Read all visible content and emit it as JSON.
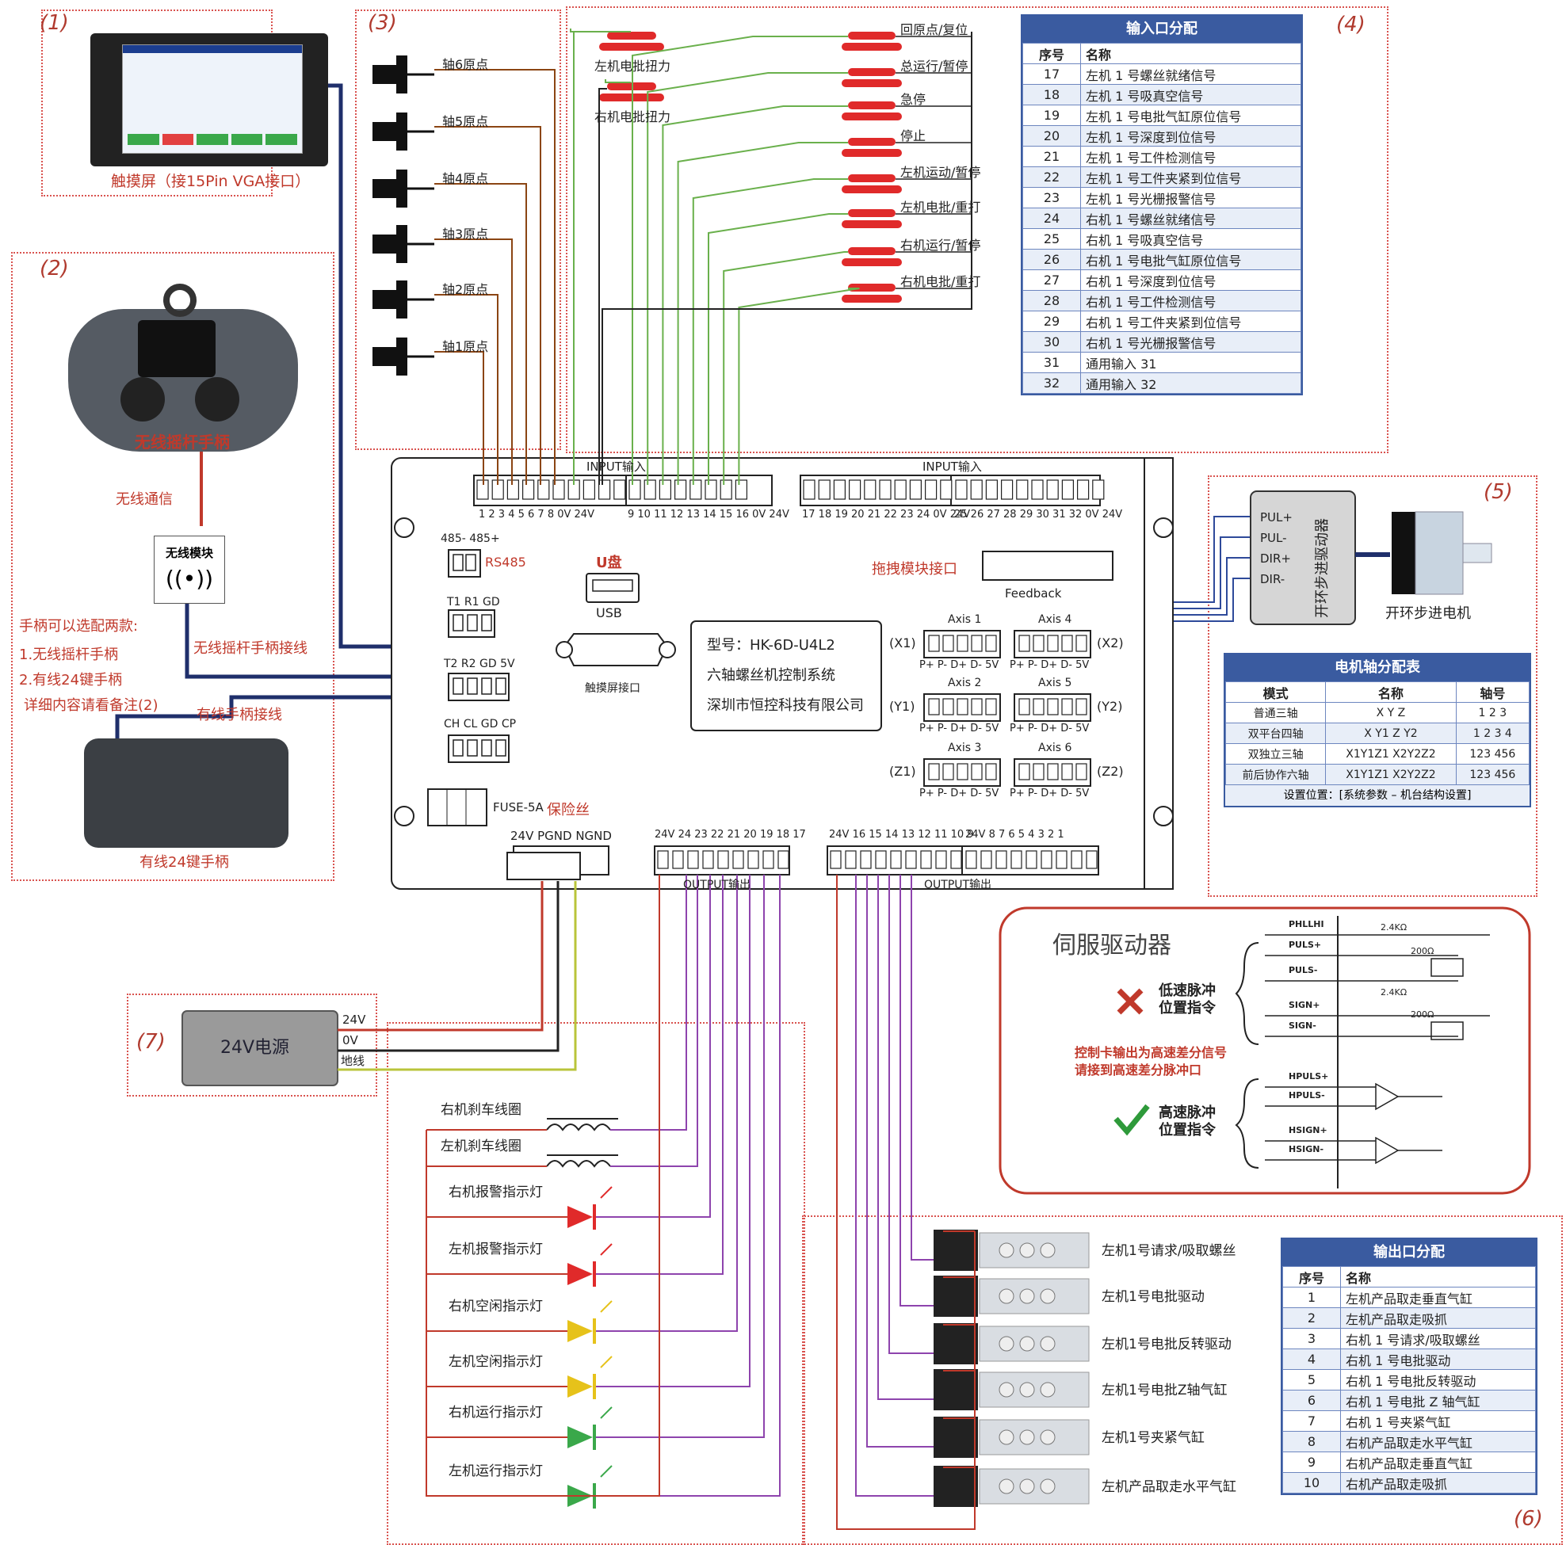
{
  "sections": {
    "s1": "(1)",
    "s2": "(2)",
    "s3": "(3)",
    "s4": "(4)",
    "s5": "(5)",
    "s6": "(6)",
    "s7": "(7)"
  },
  "touch": {
    "caption": "触摸屏（接15Pin VGA接口）"
  },
  "handle": {
    "wireless_label": "无线摇杆手柄",
    "wireless_comm": "无线通信",
    "module": "无线模块",
    "note_title": "手柄可以选配两款:",
    "note_1": "1.无线摇杆手柄",
    "note_2": "2.有线24键手柄",
    "note_3": "详细内容请看备注(2)",
    "wired_label": "有线24键手柄",
    "wire_wireless": "无线摇杆手柄接线",
    "wire_wired": "有线手柄接线"
  },
  "sensors": [
    "轴6原点",
    "轴5原点",
    "轴4原点",
    "轴3原点",
    "轴2原点",
    "轴1原点"
  ],
  "switches_left": [
    "左机电批扭力",
    "右机电批扭力"
  ],
  "switches_right": [
    "回原点/复位",
    "总运行/暂停",
    "急停",
    "停止",
    "左机运动/暂停",
    "左机电批/重打",
    "右机运行/暂停",
    "右机电批/重打"
  ],
  "input_table": {
    "title": "输入口分配",
    "headers": [
      "序号",
      "名称"
    ],
    "rows": [
      [
        "17",
        "左机 1 号螺丝就绪信号"
      ],
      [
        "18",
        "左机 1 号吸真空信号"
      ],
      [
        "19",
        "左机 1 号电批气缸原位信号"
      ],
      [
        "20",
        "左机 1 号深度到位信号"
      ],
      [
        "21",
        "左机 1 号工件检测信号"
      ],
      [
        "22",
        "左机 1 号工件夹紧到位信号"
      ],
      [
        "23",
        "左机 1 号光栅报警信号"
      ],
      [
        "24",
        "右机 1 号螺丝就绪信号"
      ],
      [
        "25",
        "右机 1 号吸真空信号"
      ],
      [
        "26",
        "右机 1 号电批气缸原位信号"
      ],
      [
        "27",
        "右机 1 号深度到位信号"
      ],
      [
        "28",
        "右机 1 号工件检测信号"
      ],
      [
        "29",
        "右机 1 号工件夹紧到位信号"
      ],
      [
        "30",
        "右机 1 号光栅报警信号"
      ],
      [
        "31",
        "通用输入 31"
      ],
      [
        "32",
        "通用输入 32"
      ]
    ]
  },
  "controller": {
    "input_label_1": "INPUT输入",
    "input_label_2": "INPUT输入",
    "input_pins_1": "1  2  3  4  5  6  7  8  0V 24V",
    "input_pins_2": "9  10  11  12  13  14  15  16  0V 24V",
    "input_pins_3": "17 18 19  20 21 22 23 24  0V 24V",
    "input_pins_4": "25  26 27 28 29 30 31 32  0V 24V",
    "rs485_pins": "485- 485+",
    "rs485": "RS485",
    "udisk": "U盘",
    "usb": "USB",
    "drag": "拖拽模块接口",
    "feedback": "Feedback",
    "t1": "T1 R1 GD",
    "t2": "T2 R2 GD 5V",
    "ch": "CH CL GD CP",
    "vga": "触摸屏接口",
    "model": "型号：HK-6D-U4L2",
    "name": "六轴螺丝机控制系统",
    "company": "深圳市恒控科技有限公司",
    "fuse": "FUSE-5A",
    "fuse_cn": "保险丝",
    "power_pins": "24V PGND NGND",
    "out_pins_1": "24V 24 23 22 21 20 19 18 17",
    "out_pins_2": "24V 16 15 14 13 12 11 10  9",
    "out_pins_3": "24V 8  7  6  5  4  3  2  1",
    "output_label_1": "OUTPUT输出",
    "output_label_2": "OUTPUT输出",
    "axes": [
      {
        "name": "Axis 1",
        "tag": "(X1)",
        "pins": "P+ P- D+ D- 5V"
      },
      {
        "name": "Axis 4",
        "tag": "(X2)",
        "pins": "P+ P- D+ D- 5V"
      },
      {
        "name": "Axis 2",
        "tag": "(Y1)",
        "pins": "P+ P- D+ D- 5V"
      },
      {
        "name": "Axis 5",
        "tag": "(Y2)",
        "pins": "P+ P- D+ D- 5V"
      },
      {
        "name": "Axis 3",
        "tag": "(Z1)",
        "pins": "P+ P- D+ D- 5V"
      },
      {
        "name": "Axis 6",
        "tag": "(Z2)",
        "pins": "P+ P- D+ D- 5V"
      }
    ]
  },
  "stepper": {
    "pul_p": "PUL+",
    "pul_n": "PUL-",
    "dir_p": "DIR+",
    "dir_n": "DIR-",
    "driver": "开环步进驱动器",
    "motor": "开环步进电机"
  },
  "axis_table": {
    "title": "电机轴分配表",
    "headers": [
      "模式",
      "名称",
      "轴号"
    ],
    "rows": [
      [
        "普通三轴",
        "X Y Z",
        "1 2 3"
      ],
      [
        "双平台四轴",
        "X Y1 Z Y2",
        "1 2 3 4"
      ],
      [
        "双独立三轴",
        "X1Y1Z1 X2Y2Z2",
        "123 456"
      ],
      [
        "前后协作六轴",
        "X1Y1Z1 X2Y2Z2",
        "123 456"
      ]
    ],
    "footer": "设置位置：[系统参数 – 机台结构设置]"
  },
  "servo": {
    "title": "伺服驱动器",
    "low": "低速脉冲\n位置指令",
    "note": "控制卡输出为高速差分信号\n请接到高速差分脉冲口",
    "high": "高速脉冲\n位置指令",
    "pins": [
      "PHLLHI",
      "PULS+",
      "PULS-",
      "SIGN+",
      "SIGN-",
      "HPULS+",
      "HPULS-",
      "HSIGN+",
      "HSIGN-"
    ],
    "r1": "2.4KΩ",
    "r2": "200Ω",
    "r3": "2.4KΩ",
    "r4": "200Ω"
  },
  "power": {
    "label": "24V电源",
    "v24": "24V",
    "v0": "0V",
    "gnd": "地线"
  },
  "outputs_left": [
    "右机刹车线圈",
    "左机刹车线圈",
    "右机报警指示灯",
    "左机报警指示灯",
    "右机空闲指示灯",
    "左机空闲指示灯",
    "右机运行指示灯",
    "左机运行指示灯"
  ],
  "valves": [
    "左机1号请求/吸取螺丝",
    "左机1号电批驱动",
    "左机1号电批反转驱动",
    "左机1号电批Z轴气缸",
    "左机1号夹紧气缸",
    "左机产品取走水平气缸"
  ],
  "output_table": {
    "title": "输出口分配",
    "headers": [
      "序号",
      "名称"
    ],
    "rows": [
      [
        "1",
        "左机产品取走垂直气缸"
      ],
      [
        "2",
        "左机产品取走吸抓"
      ],
      [
        "3",
        "右机 1 号请求/吸取螺丝"
      ],
      [
        "4",
        "右机 1 号电批驱动"
      ],
      [
        "5",
        "右机 1 号电批反转驱动"
      ],
      [
        "6",
        "右机 1 号电批 Z 轴气缸"
      ],
      [
        "7",
        "右机 1 号夹紧气缸"
      ],
      [
        "8",
        "右机产品取走水平气缸"
      ],
      [
        "9",
        "右机产品取走垂直气缸"
      ],
      [
        "10",
        "右机产品取走吸抓"
      ]
    ]
  }
}
